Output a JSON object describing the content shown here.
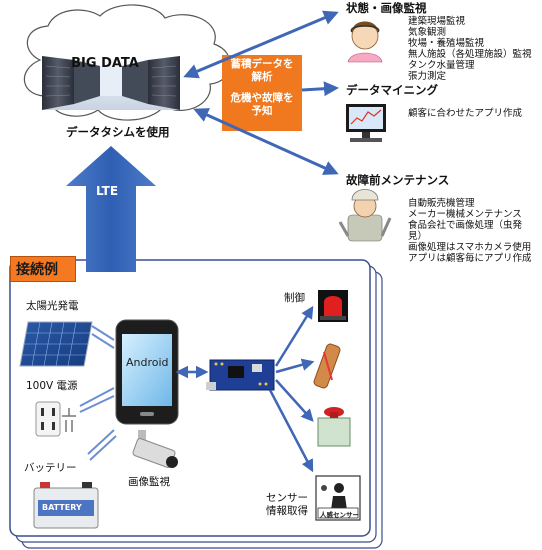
{
  "cloud": {
    "title": "BIG DATA",
    "subtitle": "データタシムを使用"
  },
  "analysis_box": {
    "line1": "蓄積データを",
    "line2": "解析",
    "line3": "危機や故障を",
    "line4": "予知"
  },
  "lte_label": "LTE",
  "services": [
    {
      "title": "状態・画像監視",
      "items": [
        "建築現場監視",
        "気象観測",
        "牧場・養殖場監視",
        "無人施設（各処理施設）監視",
        "タンク水量管理",
        "張力測定"
      ]
    },
    {
      "title": "データマイニング",
      "items": [
        "顧客に合わせたアプリ作成"
      ]
    },
    {
      "title": "故障前メンテナンス",
      "items": [
        "自動販売機管理",
        "メーカー機械メンテナンス",
        "食品会社で画像処理（虫発",
        "見）",
        "画像処理はスマホカメラ使用",
        "アプリは顧客毎にアプリ作成"
      ]
    }
  ],
  "connection": {
    "title": "接続例",
    "solar_label": "太陽光発電",
    "ac_label": "100V 電源",
    "battery_label": "バッテリー",
    "battery_text": "BATTERY",
    "phone_label": "Android",
    "camera_label": "画像監視",
    "control_label": "制御",
    "sensor_label_1": "センサー",
    "sensor_label_2": "情報取得",
    "sensor_badge": "人感センサー"
  },
  "colors": {
    "arrow_blue": "#3f67b5",
    "orange": "#f0781e",
    "accent_orange": "#f47920",
    "frame_border": "#3a4f8c"
  }
}
